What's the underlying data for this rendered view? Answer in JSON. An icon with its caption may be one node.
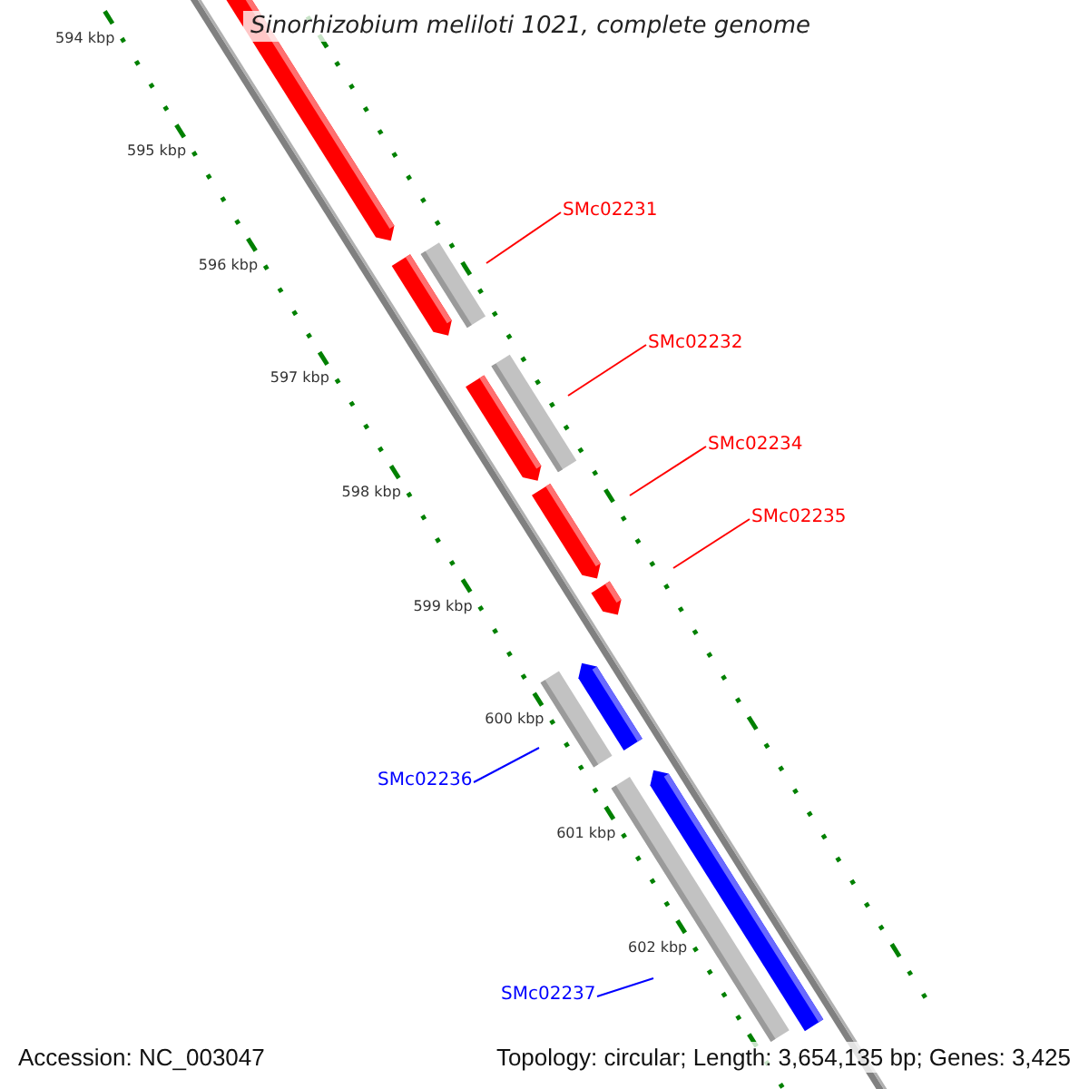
{
  "diagram": {
    "title": "Sinorhizobium meliloti 1021, complete genome",
    "nodes": [
      {
        "text": [
          "SMc02231"
        ]
      },
      {
        "text": [
          "SMc02232"
        ]
      },
      {
        "text": [
          "SMc02234"
        ]
      },
      {
        "text": [
          "SMc02235"
        ]
      },
      {
        "text": [
          "SMc02236"
        ]
      },
      {
        "text": [
          "SMc02237"
        ]
      },
      {
        "text": [],
        "shape": "bar"
      },
      {
        "text": [],
        "shape": "bar"
      },
      {
        "text": [],
        "shape": "bar"
      },
      {
        "text": [],
        "shape": "bar"
      },
      {
        "text": [],
        "shape": "bar"
      },
      {
        "text": [],
        "shape": "bar"
      },
      {
        "text": [],
        "shape": "bar"
      },
      {
        "text": [],
        "shape": "bar"
      },
      {
        "text": [],
        "shape": "bar"
      },
      {
        "text": [],
        "shape": "bar"
      },
      {
        "text": [],
        "shape": "bar"
      }
    ],
    "edges": [
      {
        "from": 0,
        "to": null,
        "arrow": "none"
      },
      {
        "from": 1,
        "to": null,
        "arrow": "none"
      },
      {
        "from": 2,
        "to": null,
        "arrow": "none"
      },
      {
        "from": 3,
        "to": null,
        "arrow": "none"
      },
      {
        "from": 4,
        "to": null,
        "arrow": "none",
        "color": "#0000ff"
      },
      {
        "from": 5,
        "to": null,
        "arrow": "none",
        "color": "#0000ff"
      }
    ],
    "labels": [
      "594 kbp",
      "595 kbp",
      "596 kbp",
      "597 kbp",
      "598 kbp",
      "599 kbp",
      "600 kbp",
      "601 kbp",
      "602 kbp",
      "Accession: NC_003047",
      "Topology: circular; Length: 3,654,135 bp; Genes: 3,425"
    ]
  }
}
